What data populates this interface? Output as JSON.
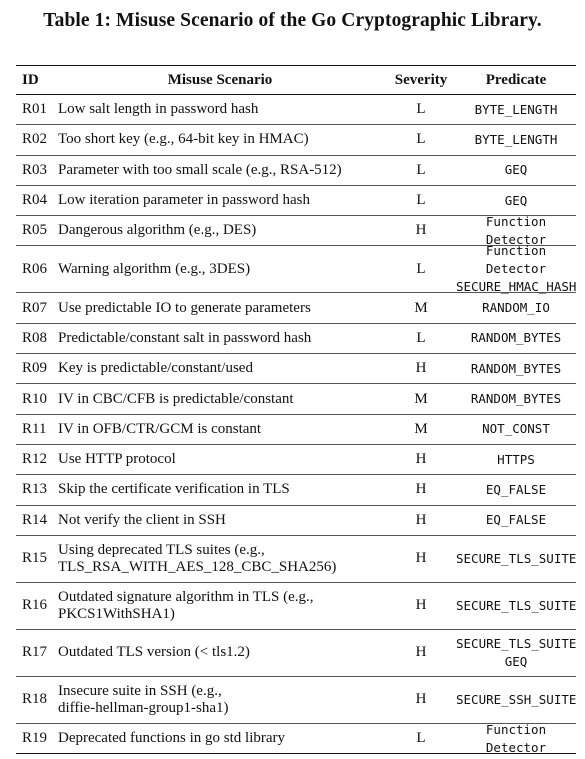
{
  "caption": "Table 1: Misuse Scenario of the Go Cryptographic Library.",
  "headers": {
    "id": "ID",
    "scenario": "Misuse Scenario",
    "severity": "Severity",
    "predicate": "Predicate"
  },
  "rows": [
    {
      "id": "R01",
      "scenario": [
        "Low salt length in password hash"
      ],
      "severity": "L",
      "predicate": [
        "BYTE_LENGTH"
      ]
    },
    {
      "id": "R02",
      "scenario": [
        "Too short key (e.g., 64-bit key in HMAC)"
      ],
      "severity": "L",
      "predicate": [
        "BYTE_LENGTH"
      ]
    },
    {
      "id": "R03",
      "scenario": [
        "Parameter with too small scale (e.g., RSA-512)"
      ],
      "severity": "L",
      "predicate": [
        "GEQ"
      ]
    },
    {
      "id": "R04",
      "scenario": [
        "Low iteration parameter in password hash"
      ],
      "severity": "L",
      "predicate": [
        "GEQ"
      ]
    },
    {
      "id": "R05",
      "scenario": [
        "Dangerous algorithm (e.g., DES)"
      ],
      "severity": "H",
      "predicate": [
        "Function Detector"
      ]
    },
    {
      "id": "R06",
      "scenario": [
        "Warning algorithm (e.g., 3DES)"
      ],
      "severity": "L",
      "predicate": [
        "Function Detector",
        "SECURE_HMAC_HASH"
      ]
    },
    {
      "id": "R07",
      "scenario": [
        "Use predictable IO to generate parameters"
      ],
      "severity": "M",
      "predicate": [
        "RANDOM_IO"
      ]
    },
    {
      "id": "R08",
      "scenario": [
        "Predictable/constant salt in password hash"
      ],
      "severity": "L",
      "predicate": [
        "RANDOM_BYTES"
      ]
    },
    {
      "id": "R09",
      "scenario": [
        "Key is predictable/constant/used"
      ],
      "severity": "H",
      "predicate": [
        "RANDOM_BYTES"
      ]
    },
    {
      "id": "R10",
      "scenario": [
        "IV in CBC/CFB is predictable/constant"
      ],
      "severity": "M",
      "predicate": [
        "RANDOM_BYTES"
      ]
    },
    {
      "id": "R11",
      "scenario": [
        "IV in OFB/CTR/GCM is constant"
      ],
      "severity": "M",
      "predicate": [
        "NOT_CONST"
      ]
    },
    {
      "id": "R12",
      "scenario": [
        "Use HTTP protocol"
      ],
      "severity": "H",
      "predicate": [
        "HTTPS"
      ]
    },
    {
      "id": "R13",
      "scenario": [
        "Skip the certificate verification in TLS"
      ],
      "severity": "H",
      "predicate": [
        "EQ_FALSE"
      ]
    },
    {
      "id": "R14",
      "scenario": [
        "Not verify the client in SSH"
      ],
      "severity": "H",
      "predicate": [
        "EQ_FALSE"
      ]
    },
    {
      "id": "R15",
      "scenario": [
        "Using deprecated TLS suites (e.g.,",
        "TLS_RSA_WITH_AES_128_CBC_SHA256)"
      ],
      "severity": "H",
      "predicate": [
        "SECURE_TLS_SUITE"
      ]
    },
    {
      "id": "R16",
      "scenario": [
        "Outdated signature algorithm in TLS (e.g.,",
        "PKCS1WithSHA1)"
      ],
      "severity": "H",
      "predicate": [
        "SECURE_TLS_SUITE"
      ]
    },
    {
      "id": "R17",
      "scenario": [
        "Outdated TLS version (< tls1.2)"
      ],
      "severity": "H",
      "predicate": [
        "SECURE_TLS_SUITE",
        "GEQ"
      ]
    },
    {
      "id": "R18",
      "scenario": [
        "Insecure suite in SSH (e.g.,",
        "diffie-hellman-group1-sha1)"
      ],
      "severity": "H",
      "predicate": [
        "SECURE_SSH_SUITE"
      ]
    },
    {
      "id": "R19",
      "scenario": [
        "Deprecated functions in go std library"
      ],
      "severity": "L",
      "predicate": [
        "Function Detector"
      ]
    }
  ]
}
